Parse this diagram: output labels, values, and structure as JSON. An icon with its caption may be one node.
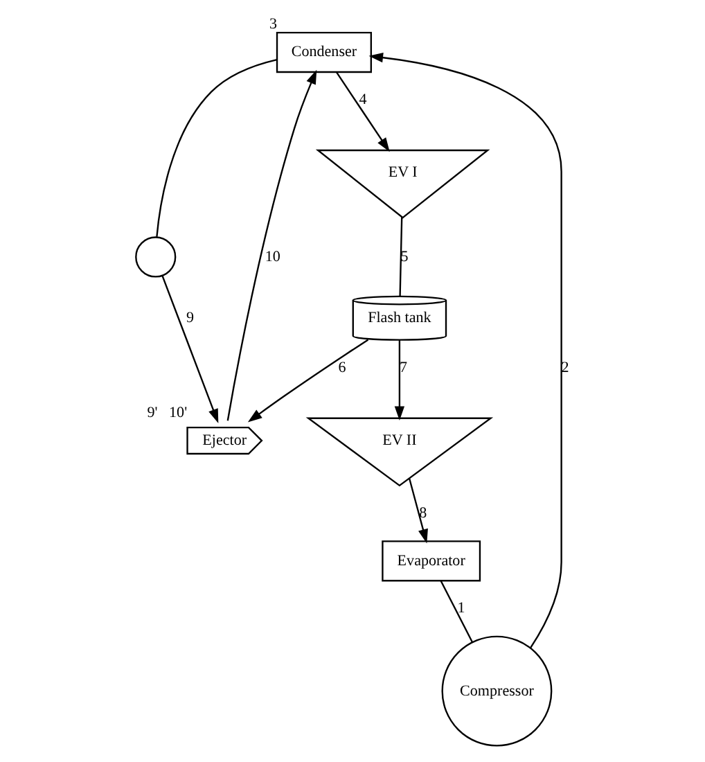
{
  "diagram": {
    "nodes": [
      {
        "text": [
          "Condenser"
        ],
        "beside": [
          "3"
        ]
      },
      {
        "text": [],
        "shape": "circle"
      },
      {
        "text": [
          "Ejector"
        ],
        "beside": [
          "9'",
          "10'"
        ]
      },
      {
        "text": [
          "EV I"
        ]
      },
      {
        "text": [
          "Flash tank"
        ]
      },
      {
        "text": [
          "Compressor"
        ]
      },
      {
        "text": [
          "EV II"
        ]
      },
      {
        "text": [
          "Evaporator"
        ]
      }
    ],
    "edges": [
      {
        "from": 5,
        "to": 0,
        "arrow": "to",
        "label": "2"
      },
      {
        "from": 2,
        "to": 0,
        "arrow": "to",
        "label": "10"
      },
      {
        "from": 0,
        "to": 3,
        "arrow": "to",
        "label": "4"
      },
      {
        "from": 0,
        "to": 1,
        "arrow": "none"
      },
      {
        "from": 1,
        "to": 2,
        "arrow": "to",
        "label": "9"
      },
      {
        "from": 3,
        "to": 4,
        "arrow": "none",
        "label": "5"
      },
      {
        "from": 4,
        "to": 2,
        "arrow": "to",
        "label": "6"
      },
      {
        "from": 4,
        "to": 6,
        "arrow": "to",
        "label": "7"
      },
      {
        "from": 6,
        "to": 7,
        "arrow": "to",
        "label": "8"
      },
      {
        "from": 7,
        "to": 5,
        "arrow": "none",
        "label": "1"
      }
    ]
  }
}
